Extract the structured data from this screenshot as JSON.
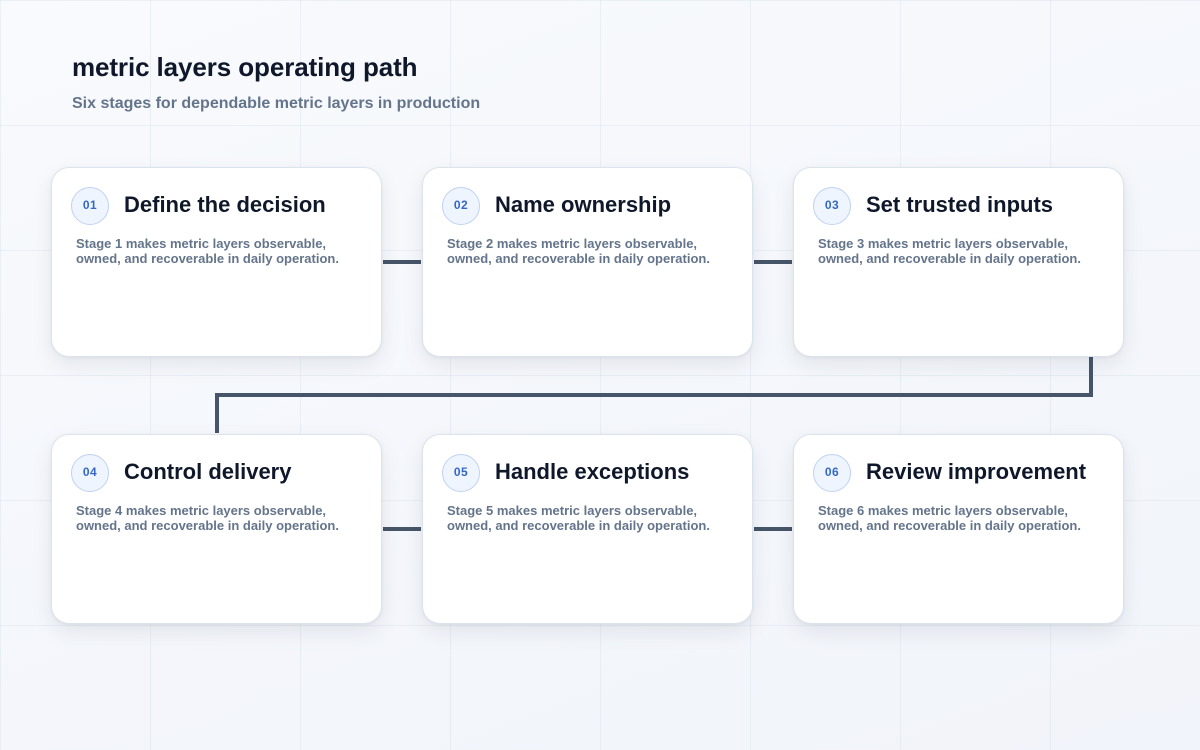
{
  "header": {
    "title": "metric layers operating path",
    "subtitle": "Six stages for dependable metric layers in production"
  },
  "stages": [
    {
      "number": "01",
      "title": "Define the decision",
      "description": "Stage 1 makes metric layers observable, owned, and recoverable in daily operation."
    },
    {
      "number": "02",
      "title": "Name ownership",
      "description": "Stage 2 makes metric layers observable, owned, and recoverable in daily operation."
    },
    {
      "number": "03",
      "title": "Set trusted inputs",
      "description": "Stage 3 makes metric layers observable, owned, and recoverable in daily operation."
    },
    {
      "number": "04",
      "title": "Control delivery",
      "description": "Stage 4 makes metric layers observable, owned, and recoverable in daily operation."
    },
    {
      "number": "05",
      "title": "Handle exceptions",
      "description": "Stage 5 makes metric layers observable, owned, and recoverable in daily operation."
    },
    {
      "number": "06",
      "title": "Review improvement",
      "description": "Stage 6 makes metric layers observable, owned, and recoverable in daily operation."
    }
  ],
  "colors": {
    "connector": "#475569",
    "accent": "#3568c4",
    "title": "#0f172a",
    "muted": "#64748b"
  }
}
